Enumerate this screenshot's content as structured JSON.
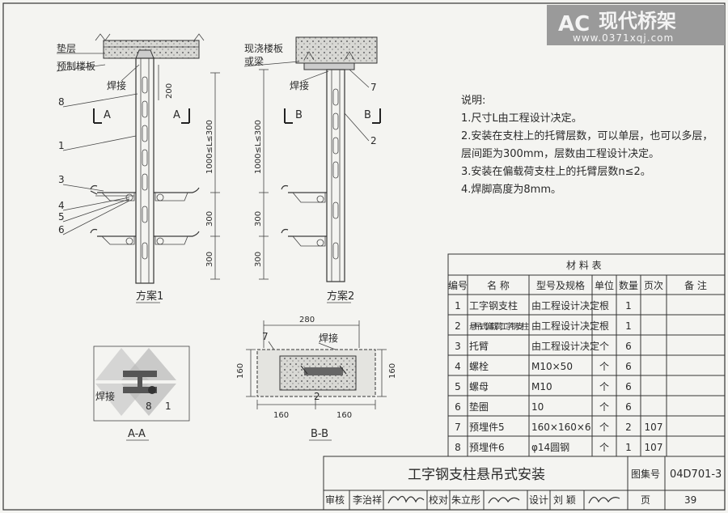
{
  "logo": {
    "brand": "现代桥架",
    "url": "www.0371xqj.com"
  },
  "labels": {
    "layer": "垫层",
    "precast_slab": "预制楼板",
    "cast_slab": "现浇楼板",
    "or_beam": "或梁",
    "weld": "焊接",
    "weld2": "焊接",
    "weld3": "焊接",
    "weld4": "焊接",
    "n8": "8",
    "n1": "1",
    "n3": "3",
    "n4": "4",
    "n5": "5",
    "n6": "6",
    "n7": "7",
    "n2": "2",
    "n7b": "7",
    "n2b": "2",
    "n8b": "8",
    "n1b": "1",
    "secA_l": "A",
    "secA_r": "A",
    "secB_l": "B",
    "secB_r": "B",
    "dim200": "200",
    "dim_l1": "1000≤L≤300",
    "dim_l2": "1000≤L≤300",
    "dim300a": "300",
    "dim300b": "300",
    "dim300c": "300",
    "dim300d": "300",
    "dim280": "280",
    "dim160l": "160",
    "dim160r": "160",
    "dim160b1": "160",
    "dim160b2": "160",
    "plan1": "方案1",
    "plan2": "方案2",
    "view_aa": "A-A",
    "view_bb": "B-B"
  },
  "notes": {
    "title": "说明:",
    "items": [
      "1.尺寸L由工程设计决定。",
      "2.安装在支柱上的托臂层数，可以单层，也可以多层，",
      "  层间距为300mm，层数由工程设计决定。",
      "3.安装在偏载荷支柱上的托臂层数n≤2。",
      "4.焊脚高度为8mm。"
    ]
  },
  "materials": {
    "title": "材 料 表",
    "headers": [
      "编号",
      "名 称",
      "型号及规格",
      "单位",
      "数量",
      "页次",
      "备 注"
    ],
    "rows": [
      [
        "1",
        "工字钢支柱",
        "由工程设计决定",
        "根",
        "1",
        "",
        ""
      ],
      [
        "2",
        "悬吊式偏载荷工字钢支柱",
        "由工程设计决定",
        "根",
        "1",
        "",
        ""
      ],
      [
        "3",
        "托臂",
        "由工程设计决定",
        "个",
        "6",
        "",
        ""
      ],
      [
        "4",
        "螺栓",
        "M10×50",
        "个",
        "6",
        "",
        ""
      ],
      [
        "5",
        "螺母",
        "M10",
        "个",
        "6",
        "",
        ""
      ],
      [
        "6",
        "垫圈",
        "10",
        "个",
        "6",
        "",
        ""
      ],
      [
        "7",
        "预埋件5",
        "160×160×6",
        "个",
        "2",
        "107",
        ""
      ],
      [
        "8",
        "预埋件6",
        "φ14圆钢",
        "个",
        "1",
        "107",
        ""
      ]
    ]
  },
  "titleblock": {
    "title": "工字钢支柱悬吊式安装",
    "atlas_label": "图集号",
    "atlas_no": "04D701-3",
    "page_label": "页",
    "page_no": "39",
    "review_label": "审核",
    "reviewer": "李治祥",
    "check_label": "校对",
    "checker": "朱立彤",
    "design_label": "设计",
    "designer": "刘 颖"
  }
}
